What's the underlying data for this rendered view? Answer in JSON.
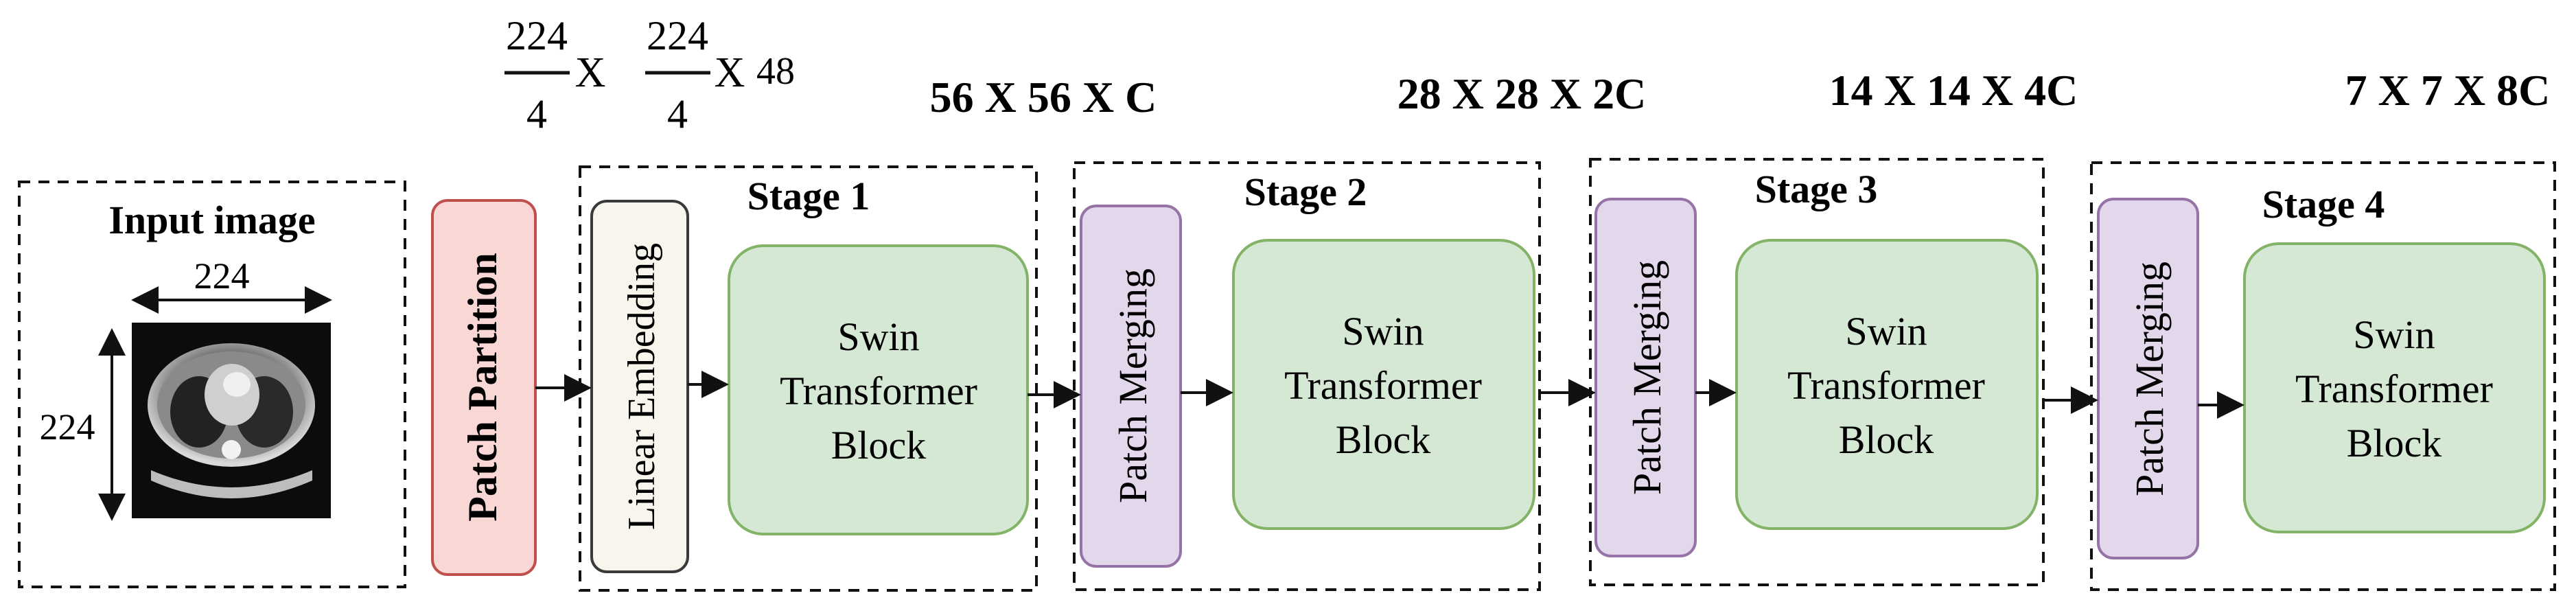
{
  "input": {
    "title": "Input image",
    "width_label": "224",
    "height_label": "224"
  },
  "patch_partition": {
    "label": "Patch Partition"
  },
  "dims": {
    "partition": {
      "frac1_num": "224",
      "frac1_den": "4",
      "x1": "X",
      "frac2_num": "224",
      "frac2_den": "4",
      "x2": "X",
      "depth": "48"
    },
    "stage1": "56 X 56 X C",
    "stage2": "28 X 28 X 2C",
    "stage3": "14 X 14 X 4C",
    "stage4": "7 X 7 X 8C"
  },
  "stages": [
    {
      "title": "Stage 1",
      "side_block": "Linear Embedding",
      "block_lines": [
        "Swin",
        "Transformer",
        "Block"
      ]
    },
    {
      "title": "Stage 2",
      "side_block": "Patch Merging",
      "block_lines": [
        "Swin",
        "Transformer",
        "Block"
      ]
    },
    {
      "title": "Stage 3",
      "side_block": "Patch Merging",
      "block_lines": [
        "Swin",
        "Transformer",
        "Block"
      ]
    },
    {
      "title": "Stage 4",
      "side_block": "Patch Merging",
      "block_lines": [
        "Swin",
        "Transformer",
        "Block"
      ]
    }
  ],
  "colors": {
    "patch_partition_fill": "#f8d7d4",
    "patch_partition_stroke": "#c0504d",
    "linear_embedding_fill": "#f7f5ec",
    "linear_embedding_stroke": "#3a3a3a",
    "patch_merging_fill": "#e3d7eb",
    "patch_merging_stroke": "#9673a6",
    "swin_block_fill": "#d5e8d4",
    "swin_block_stroke": "#82b366"
  },
  "icons": {
    "ct_scan": "ct-scan-image-icon"
  }
}
